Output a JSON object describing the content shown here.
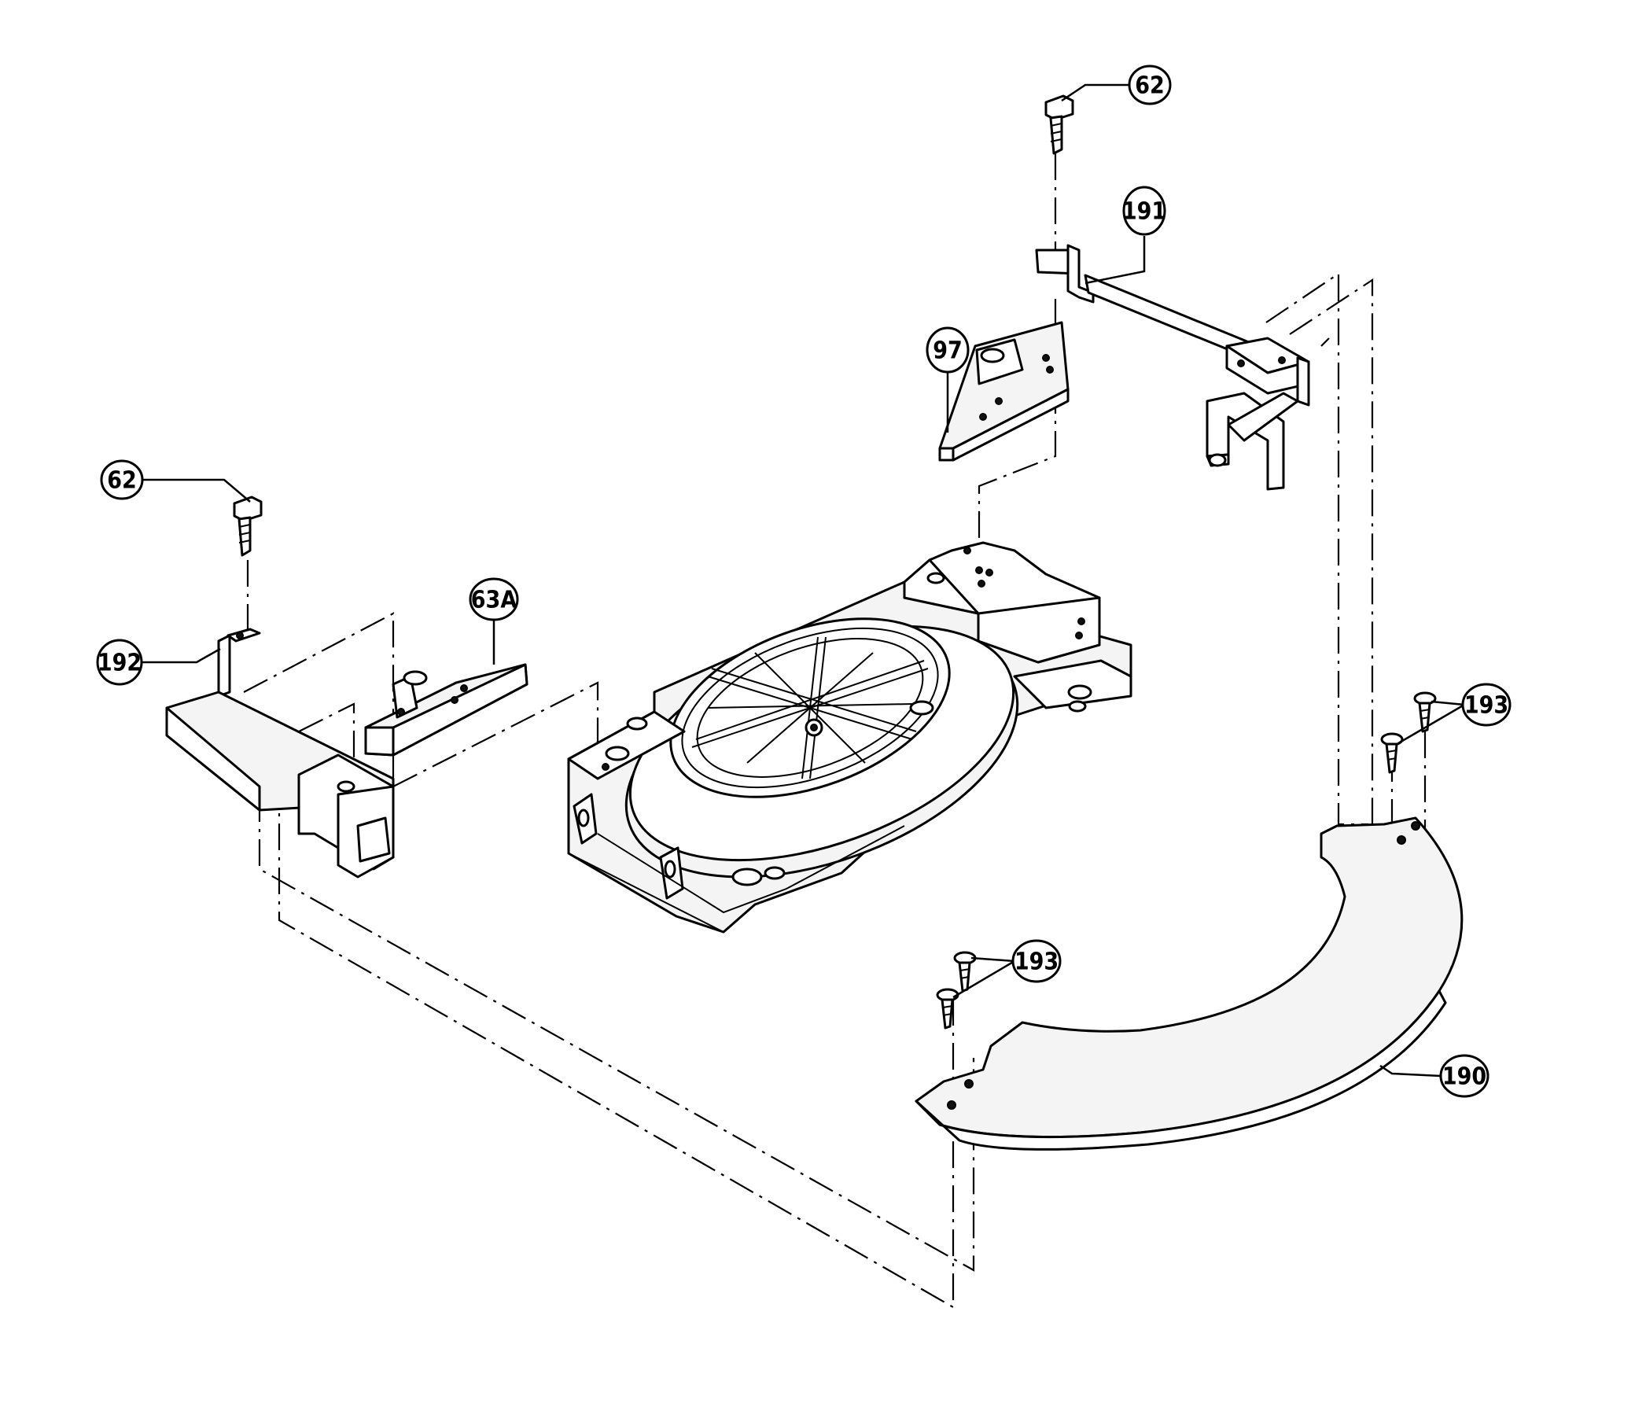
{
  "callouts": {
    "c62_top": "62",
    "c191": "191",
    "c97": "97",
    "c62_left": "62",
    "c192": "192",
    "c63a": "63A",
    "c193_right": "193",
    "c193_bottom": "193",
    "c190": "190"
  },
  "colors": {
    "line": "#000000",
    "background": "#ffffff"
  }
}
